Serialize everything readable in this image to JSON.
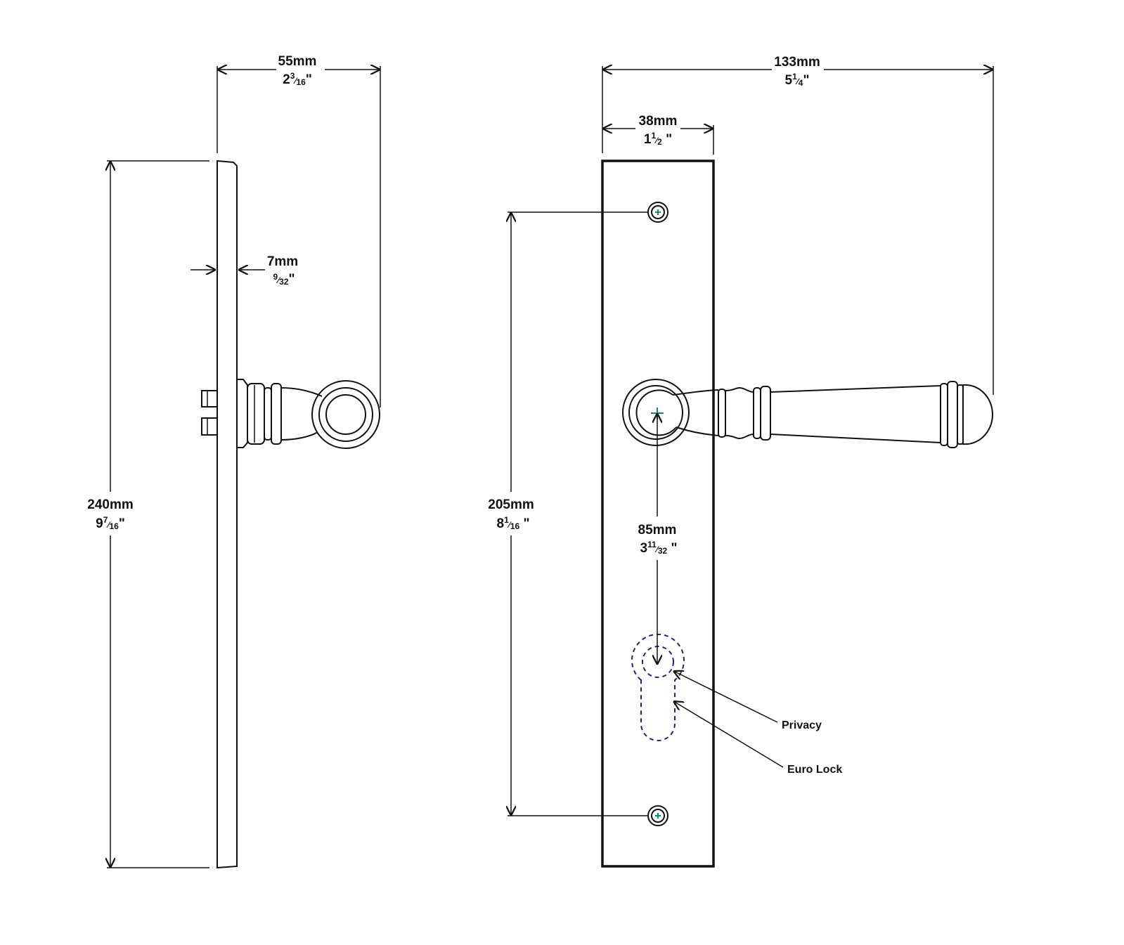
{
  "dimensions": {
    "side_depth": {
      "mm": "55mm",
      "whole": "2",
      "num": "3",
      "den": "16",
      "unit": "\""
    },
    "plate_thickness": {
      "mm": "7mm",
      "whole": "",
      "num": "9",
      "den": "32",
      "unit": "\""
    },
    "plate_height": {
      "mm": "240mm",
      "whole": "9",
      "num": "7",
      "den": "16",
      "unit": "\""
    },
    "overall_length": {
      "mm": "133mm",
      "whole": "5",
      "num": "1",
      "den": "4",
      "unit": "\""
    },
    "plate_width": {
      "mm": "38mm",
      "whole": "1",
      "num": "1",
      "den": "2",
      "unit": " \""
    },
    "screw_centers": {
      "mm": "205mm",
      "whole": "8",
      "num": "1",
      "den": "16",
      "unit": " \""
    },
    "backset": {
      "mm": "85mm",
      "whole": "3",
      "num": "11",
      "den": "32",
      "unit": " \""
    }
  },
  "callouts": {
    "privacy": "Privacy",
    "euro_lock": "Euro Lock"
  }
}
